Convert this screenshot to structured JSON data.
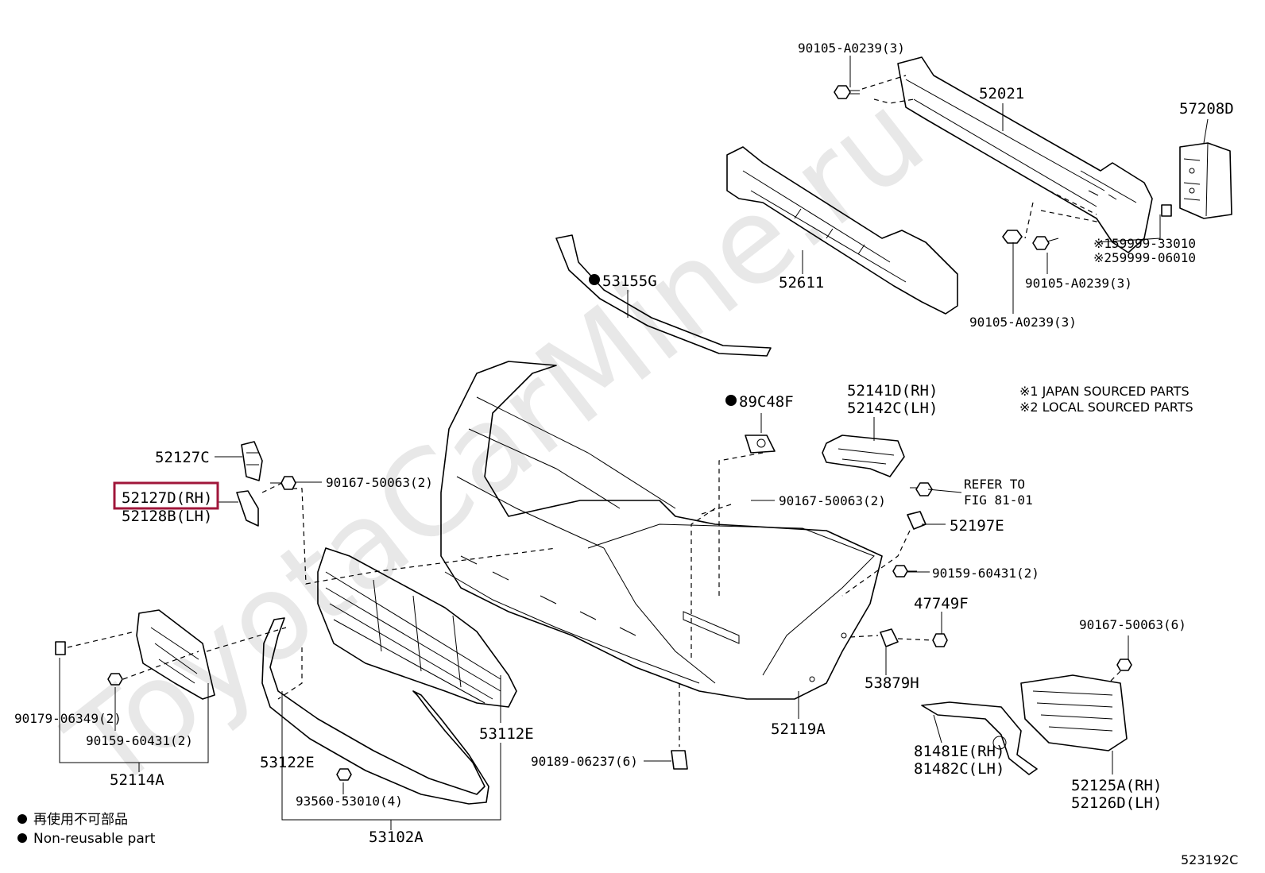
{
  "watermark": "ToyotaCarMine.ru",
  "figure_id": "523192C",
  "highlight_color": "#a0163a",
  "notes": [
    "※1 JAPAN SOURCED PARTS",
    "※2 LOCAL SOURCED PARTS"
  ],
  "legend": {
    "jp": "再使用不可部品",
    "en": "Non-reusable part"
  },
  "parts": {
    "p90105_top": "90105-A0239(3)",
    "p52021": "52021",
    "p57208D": "57208D",
    "p159999": "※159999-33010",
    "p259999": "※259999-06010",
    "p90105_mid": "90105-A0239(3)",
    "p90105_low": "90105-A0239(3)",
    "p52611": "52611",
    "p53155G": "53155G",
    "p89C48F": "89C48F",
    "p52141D": "52141D(RH)",
    "p52142C": "52142C(LH)",
    "refer1": "REFER TO",
    "refer2": "FIG 81-01",
    "p52197E": "52197E",
    "p90159_r": "90159-60431(2)",
    "p47749F": "47749F",
    "p90167_r6": "90167-50063(6)",
    "p53879H": "53879H",
    "p81481E": "81481E(RH)",
    "p81482C": "81482C(LH)",
    "p52125A": "52125A(RH)",
    "p52126D": "52126D(LH)",
    "p52119A": "52119A",
    "p90189": "90189-06237(6)",
    "p90167_c": "90167-50063(2)",
    "p52127C": "52127C",
    "p52127D": "52127D(RH)",
    "p52128B": "52128B(LH)",
    "p90167_l": "90167-50063(2)",
    "p53112E": "53112E",
    "p53122E": "53122E",
    "p93560": "93560-53010(4)",
    "p53102A": "53102A",
    "p90179": "90179-06349(2)",
    "p90159_l": "90159-60431(2)",
    "p52114A": "52114A"
  }
}
